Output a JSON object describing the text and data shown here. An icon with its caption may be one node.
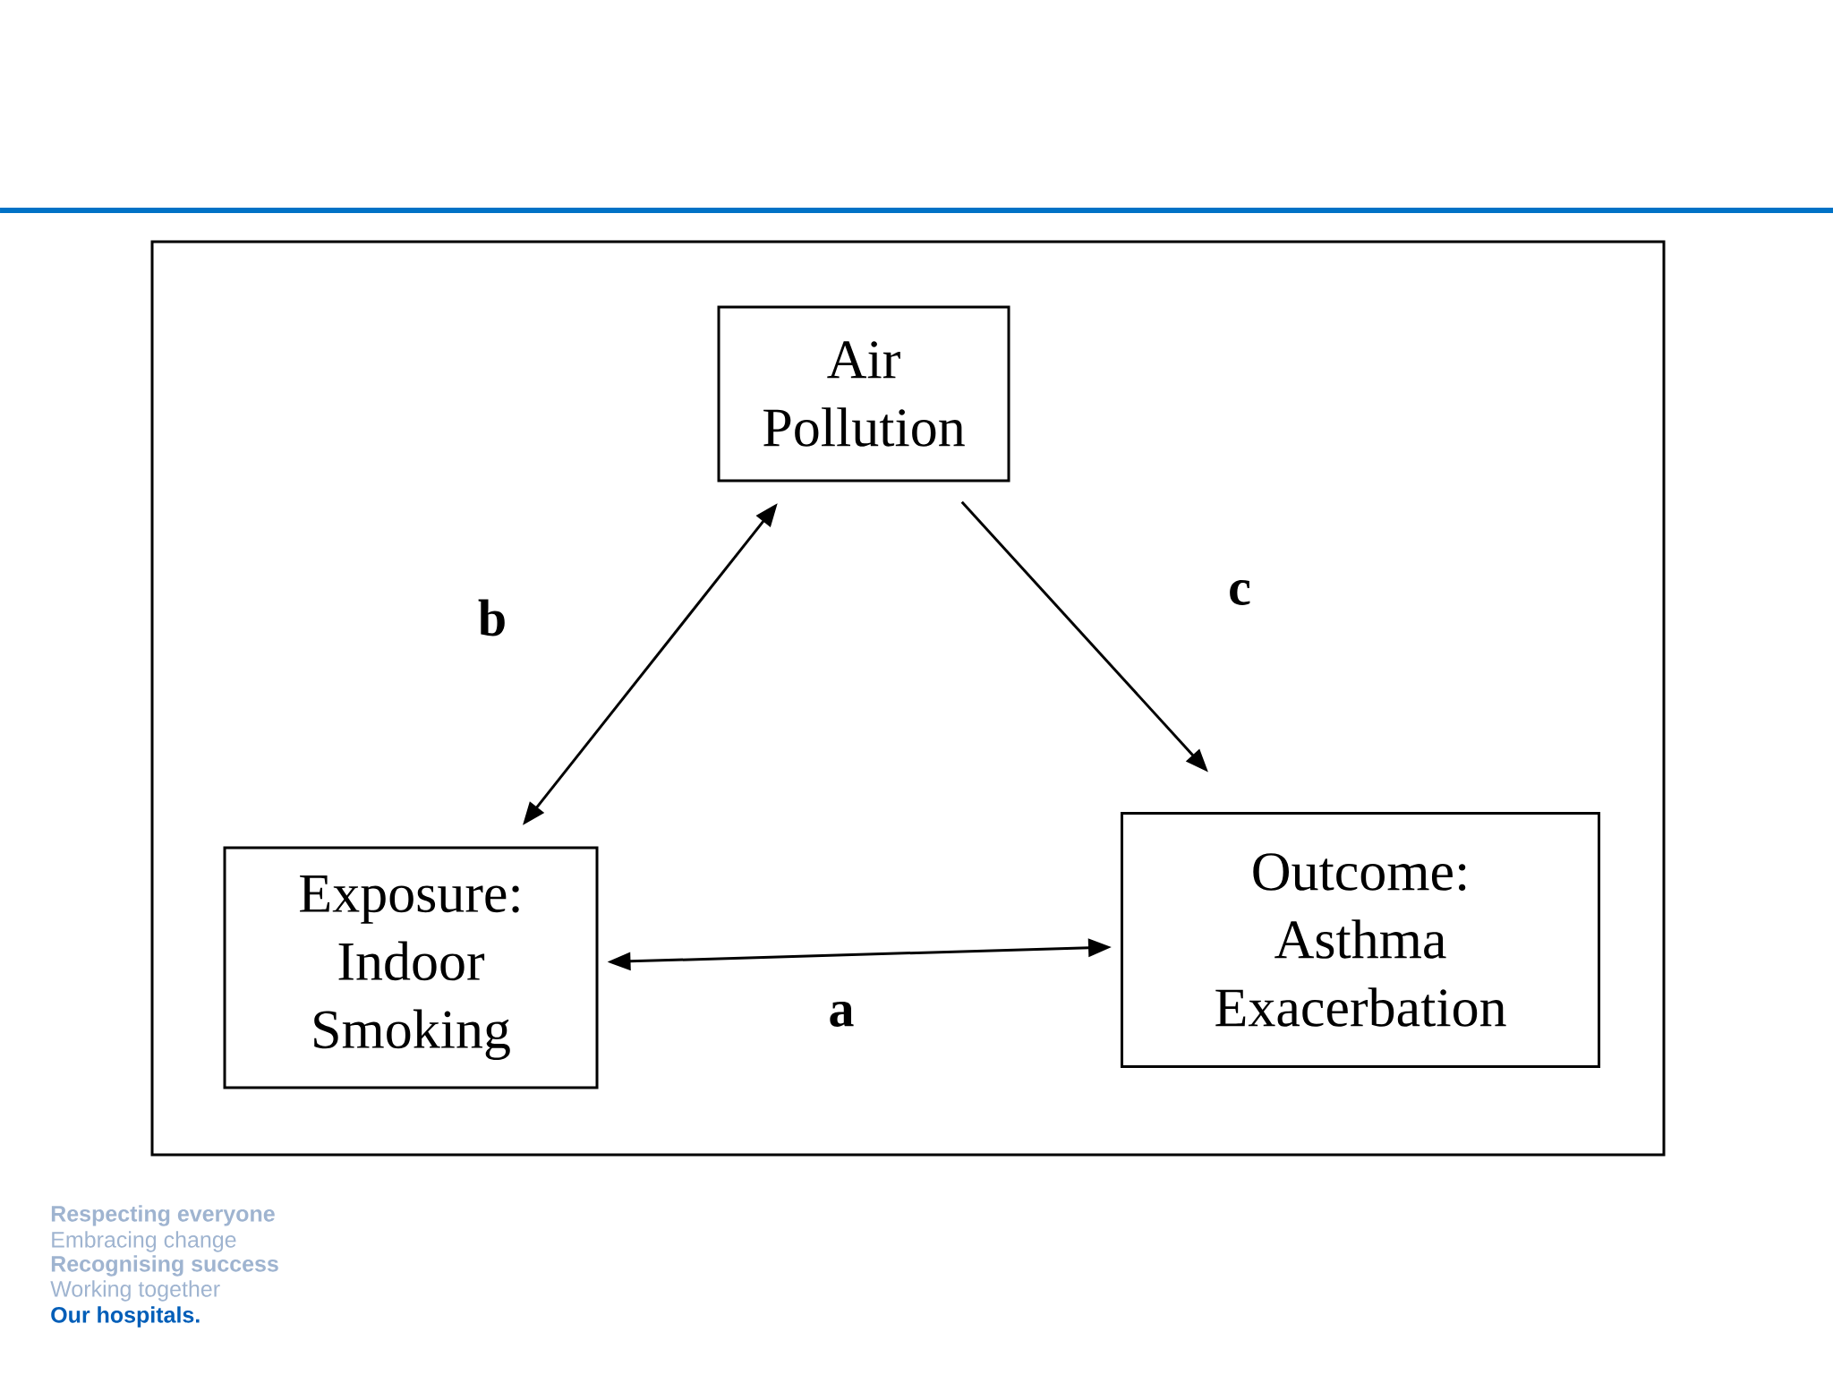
{
  "diagram": {
    "nodes": [
      {
        "text": [
          "Air Pollution"
        ]
      },
      {
        "text": [
          "Exposure: Indoor Smoking"
        ]
      },
      {
        "text": [
          "Outcome: Asthma Exacerbation"
        ]
      }
    ],
    "edges": [
      {
        "from": 1,
        "to": 0,
        "arrow": "both",
        "label": "b"
      },
      {
        "from": 0,
        "to": 2,
        "arrow": "to",
        "label": "c"
      },
      {
        "from": 1,
        "to": 2,
        "arrow": "both",
        "label": "a"
      }
    ],
    "labels": [
      "Respecting everyone",
      "Embracing change",
      "Recognising success",
      "Working together",
      "Our hospitals."
    ]
  }
}
